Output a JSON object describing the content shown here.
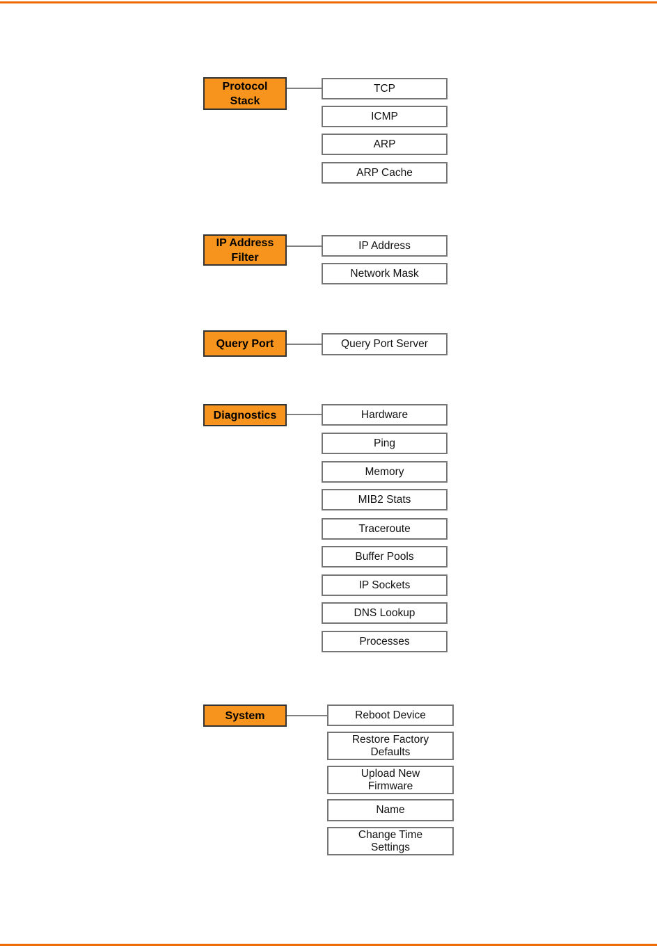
{
  "page": {
    "background": "#FFFFFF",
    "rule_color": "#ED6B05"
  },
  "diagram": {
    "box_fill_color": "#F7941D",
    "box_border_color": "#333333",
    "item_border_color": "#757575",
    "connector_color": "#7F7F7F",
    "groups": [
      {
        "label": "Protocol\nStack",
        "children": [
          "TCP",
          "ICMP",
          "ARP",
          "ARP Cache"
        ]
      },
      {
        "label": "IP Address\nFilter",
        "children": [
          "IP Address",
          "Network Mask"
        ]
      },
      {
        "label": "Query Port",
        "children": [
          "Query Port Server"
        ]
      },
      {
        "label": "Diagnostics",
        "children": [
          "Hardware",
          "Ping",
          "Memory",
          "MIB2 Stats",
          "Traceroute",
          "Buffer Pools",
          "IP Sockets",
          "DNS Lookup",
          "Processes"
        ]
      },
      {
        "label": "System",
        "children": [
          "Reboot Device",
          "Restore Factory\nDefaults",
          "Upload New\nFirmware",
          "Name",
          "Change Time\nSettings"
        ]
      }
    ]
  }
}
